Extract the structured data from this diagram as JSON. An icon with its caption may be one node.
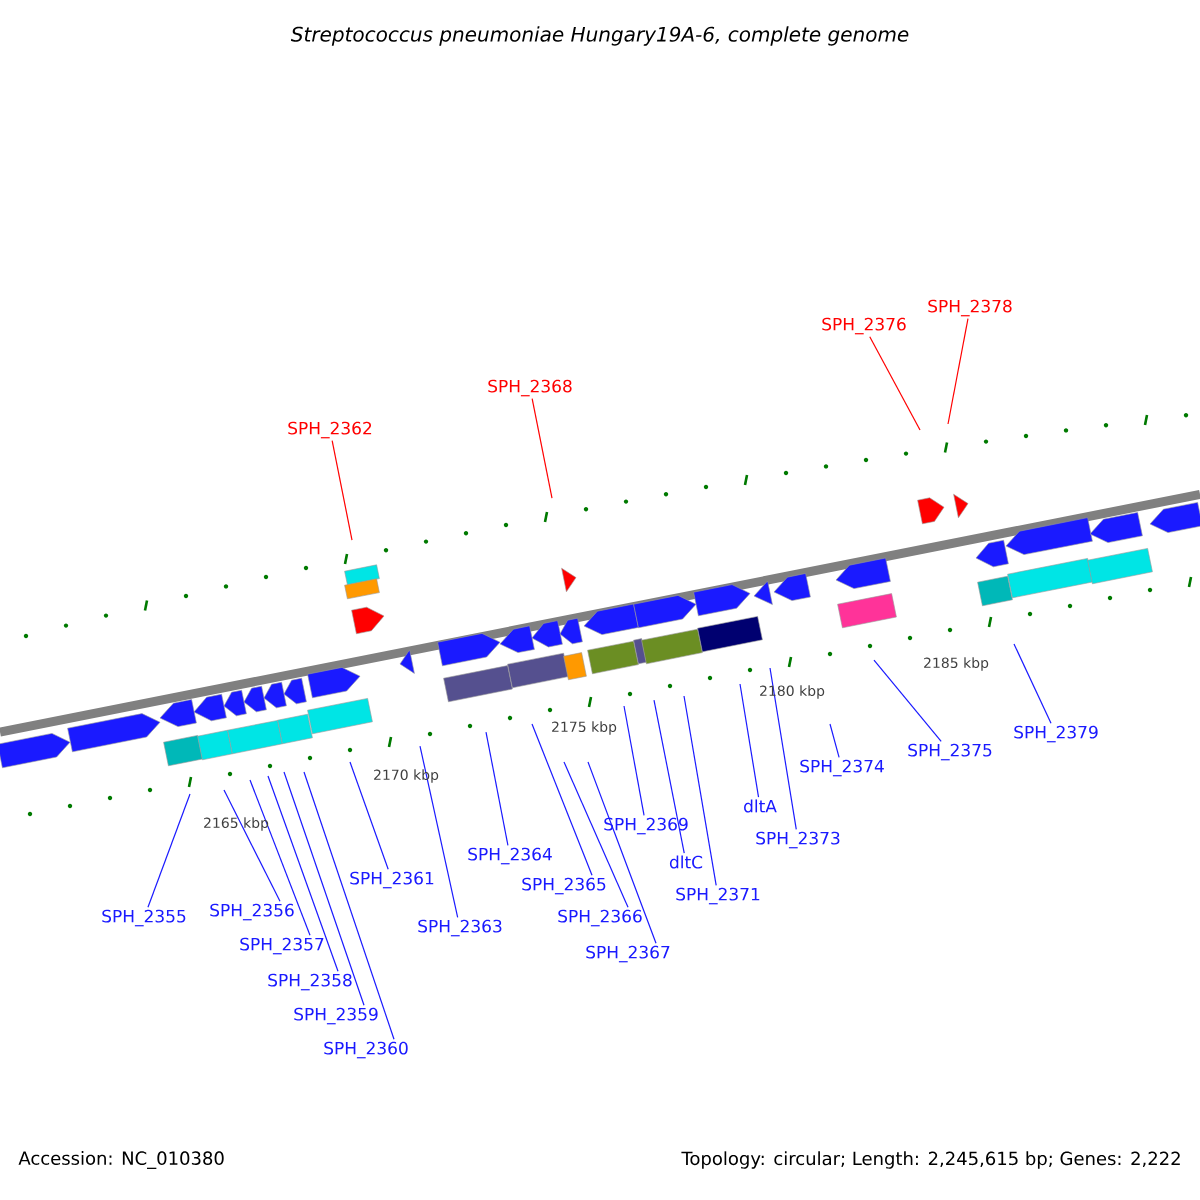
{
  "diagram": {
    "title": "Streptococcus pneumoniae Hungary19A-6, complete genome",
    "nodes": [
      {
        "text": [
          "SPH_2362"
        ]
      },
      {
        "text": [
          "SPH_2368"
        ]
      },
      {
        "text": [
          "SPH_2376"
        ]
      },
      {
        "text": [
          "SPH_2378"
        ]
      },
      {
        "text": [
          "SPH_2355"
        ]
      },
      {
        "text": [
          "SPH_2356"
        ]
      },
      {
        "text": [
          "SPH_2357"
        ]
      },
      {
        "text": [
          "SPH_2358"
        ]
      },
      {
        "text": [
          "SPH_2359"
        ]
      },
      {
        "text": [
          "SPH_2360"
        ]
      },
      {
        "text": [
          "SPH_2361"
        ]
      },
      {
        "text": [
          "SPH_2363"
        ]
      },
      {
        "text": [
          "SPH_2364"
        ]
      },
      {
        "text": [
          "SPH_2365"
        ]
      },
      {
        "text": [
          "SPH_2366"
        ]
      },
      {
        "text": [
          "SPH_2367"
        ]
      },
      {
        "text": [
          "SPH_2369"
        ]
      },
      {
        "text": [
          "dltC"
        ]
      },
      {
        "text": [
          "SPH_2371"
        ]
      },
      {
        "text": [
          "dltA"
        ]
      },
      {
        "text": [
          "SPH_2373"
        ]
      },
      {
        "text": [
          "SPH_2374"
        ]
      },
      {
        "text": [
          "SPH_2375"
        ]
      },
      {
        "text": [
          "SPH_2379"
        ]
      }
    ],
    "edges": [
      {
        "from": 0,
        "to": null,
        "arrow": "none",
        "color": "#ff0000"
      },
      {
        "from": 1,
        "to": null,
        "arrow": "none",
        "color": "#ff0000"
      },
      {
        "from": 2,
        "to": null,
        "arrow": "none",
        "color": "#ff0000"
      },
      {
        "from": 3,
        "to": null,
        "arrow": "none",
        "color": "#ff0000"
      },
      {
        "from": 4,
        "to": null,
        "arrow": "none"
      },
      {
        "from": 5,
        "to": null,
        "arrow": "none"
      },
      {
        "from": 6,
        "to": null,
        "arrow": "none"
      },
      {
        "from": 7,
        "to": null,
        "arrow": "none"
      },
      {
        "from": 8,
        "to": null,
        "arrow": "none"
      },
      {
        "from": 9,
        "to": null,
        "arrow": "none"
      },
      {
        "from": 10,
        "to": null,
        "arrow": "none"
      },
      {
        "from": 11,
        "to": null,
        "arrow": "none"
      },
      {
        "from": 12,
        "to": null,
        "arrow": "none"
      },
      {
        "from": 13,
        "to": null,
        "arrow": "none"
      },
      {
        "from": 14,
        "to": null,
        "arrow": "none"
      },
      {
        "from": 15,
        "to": null,
        "arrow": "none"
      },
      {
        "from": 16,
        "to": null,
        "arrow": "none"
      },
      {
        "from": 17,
        "to": null,
        "arrow": "none"
      },
      {
        "from": 18,
        "to": null,
        "arrow": "none"
      },
      {
        "from": 19,
        "to": null,
        "arrow": "none"
      },
      {
        "from": 20,
        "to": null,
        "arrow": "none"
      },
      {
        "from": 21,
        "to": null,
        "arrow": "none"
      },
      {
        "from": 22,
        "to": null,
        "arrow": "none"
      },
      {
        "from": 23,
        "to": null,
        "arrow": "none"
      }
    ],
    "labels": [
      "2165 kbp",
      "2170 kbp",
      "2175 kbp",
      "2180 kbp",
      "2185 kbp",
      "Accession: NC_010380",
      "Topology: circular; Length: 2,245,615 bp; Genes: 2,222"
    ]
  }
}
